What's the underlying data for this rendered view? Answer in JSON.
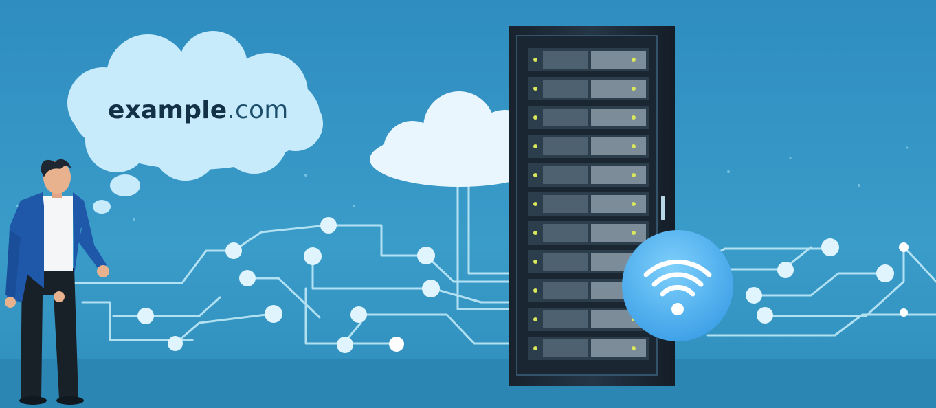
{
  "thought_bubble": {
    "domain_name": "example",
    "tld": ".com"
  },
  "icons": {
    "person": "person-illustration",
    "thought_cloud": "thought-cloud",
    "cloud": "cloud-icon",
    "server_rack": "server-rack-icon",
    "wifi": "wifi-icon"
  },
  "colors": {
    "background": "#3493c2",
    "circuit": "#bfe9f7",
    "rack": "#1c2733",
    "wifi_bubble": "#58b8f0"
  }
}
